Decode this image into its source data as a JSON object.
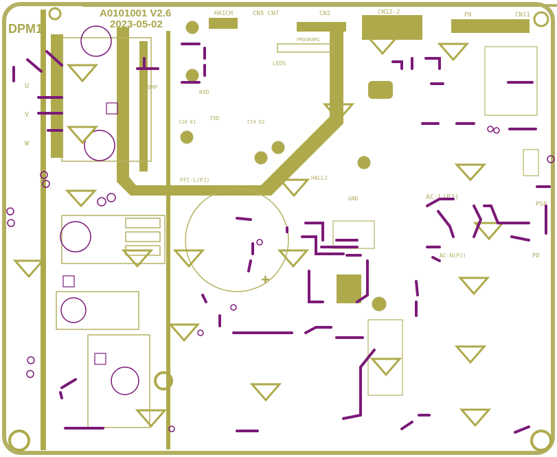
{
  "board": {
    "name_mark": "DPM1",
    "version": "A0101001 V2.6",
    "date": "2023-05-02"
  },
  "connectors": [
    {
      "label": "HA1CH"
    },
    {
      "label": "CN5 CN7"
    },
    {
      "label": "CN2"
    },
    {
      "label": "CN12-2"
    },
    {
      "label": "P8"
    },
    {
      "label": "CN11"
    },
    {
      "label": "PROGRAM1"
    }
  ],
  "silkscreen": {
    "leds": "LED5",
    "rx": "RXD",
    "tx": "TXD",
    "cap_e1": "C18 E1",
    "cap_e2": "C19 E2",
    "hall": "HALL2",
    "uvw": [
      "U",
      "V",
      "W"
    ],
    "ac": "AC-L(PJ)",
    "acn": "AC-N(PJ)",
    "pd": "PD",
    "psp": "PSP",
    "pfc": "PFC-L(PJ)",
    "gnd": "GND",
    "compressor": "COMP"
  },
  "colors": {
    "board_outline": "#b4b062",
    "copper_fill": "#aeaa4c",
    "trace": "#7b1a78",
    "background": "#ffffff"
  }
}
